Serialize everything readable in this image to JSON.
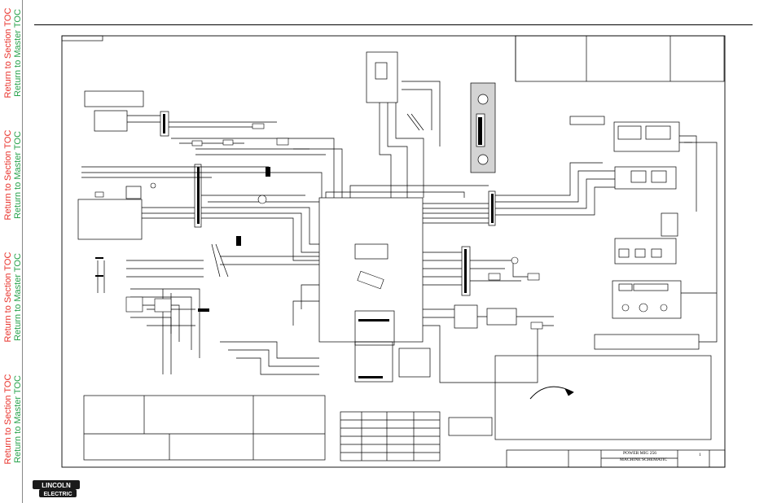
{
  "sidebar": {
    "links": [
      {
        "label": "Return to Section TOC",
        "color": "#e8322b"
      },
      {
        "label": "Return to Master TOC",
        "color": "#27a24b"
      },
      {
        "label": "Return to Section TOC",
        "color": "#e8322b"
      },
      {
        "label": "Return to Master TOC",
        "color": "#27a24b"
      },
      {
        "label": "Return to Section TOC",
        "color": "#e8322b"
      },
      {
        "label": "Return to Master TOC",
        "color": "#27a24b"
      },
      {
        "label": "Return to Section TOC",
        "color": "#e8322b"
      },
      {
        "label": "Return to Master TOC",
        "color": "#27a24b"
      }
    ]
  },
  "title_block": {
    "product": "POWER MIG 256",
    "drawing_title": "MACHINE SCHEMATIC",
    "sheet": "1"
  },
  "logo": {
    "line1": "LINCOLN",
    "line2": "ELECTRIC"
  }
}
